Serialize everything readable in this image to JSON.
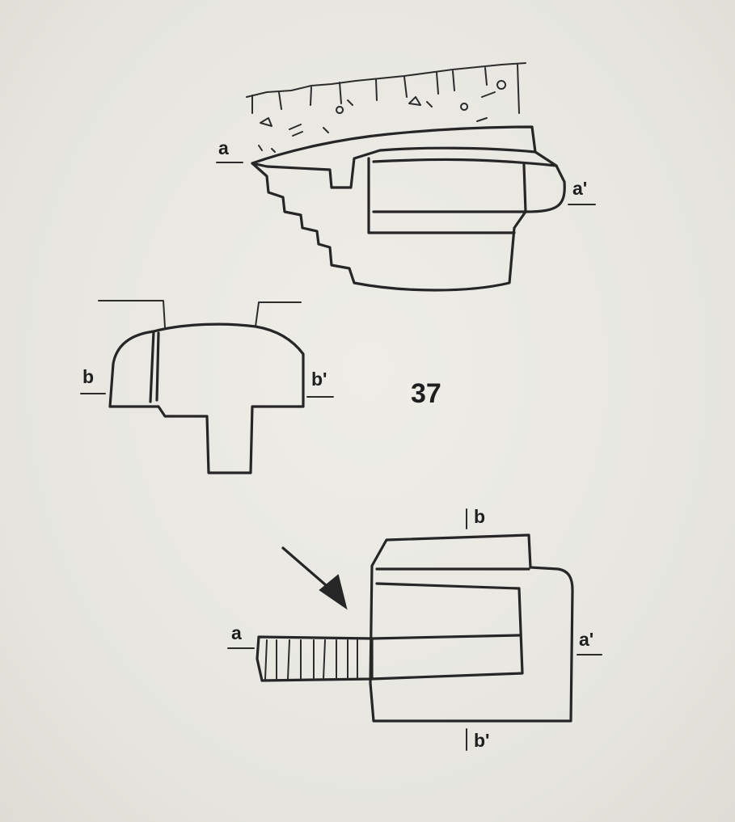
{
  "figure": {
    "number": "37"
  },
  "labels": {
    "top_view_left": "a",
    "top_view_right": "a'",
    "middle_view_left": "b",
    "middle_view_right": "b'",
    "bottom_view_left": "a",
    "bottom_view_right": "a'",
    "bottom_view_top": "b",
    "bottom_view_bottom": "b'"
  },
  "colors": {
    "ink": "#262626",
    "paper": "#e9e8e2"
  }
}
